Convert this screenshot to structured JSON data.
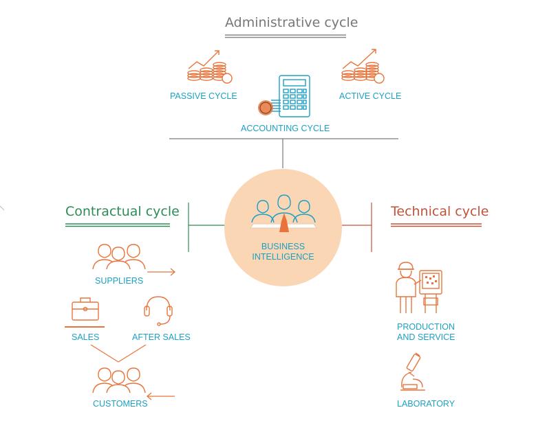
{
  "colors": {
    "teal": "#1aa0c4",
    "orange": "#e8743b",
    "green": "#2e8b57",
    "rust": "#c0533a",
    "gray": "#7a7a7a",
    "peach": "#fbd6b5"
  },
  "administrative": {
    "title": "Administrative cycle",
    "passive_label": "PASSIVE CYCLE",
    "active_label": "ACTIVE CYCLE",
    "accounting_label": "ACCOUNTING CYCLE"
  },
  "center": {
    "line1": "BUSINESS",
    "line2": "INTELLIGENCE"
  },
  "contractual": {
    "title": "Contractual cycle",
    "suppliers_label": "SUPPLIERS",
    "sales_label": "SALES",
    "after_sales_label": "AFTER SALES",
    "customers_label": "CUSTOMERS"
  },
  "technical": {
    "title": "Technical cycle",
    "production_line1": "PRODUCTION",
    "production_line2": "AND SERVICE",
    "laboratory_label": "LABORATORY"
  },
  "icons": [
    "coins-growth-icon",
    "calculator-icon",
    "team-meeting-icon",
    "people-group-icon",
    "briefcase-icon",
    "headset-icon",
    "worker-machine-icon",
    "microscope-icon",
    "arrow-icon"
  ]
}
